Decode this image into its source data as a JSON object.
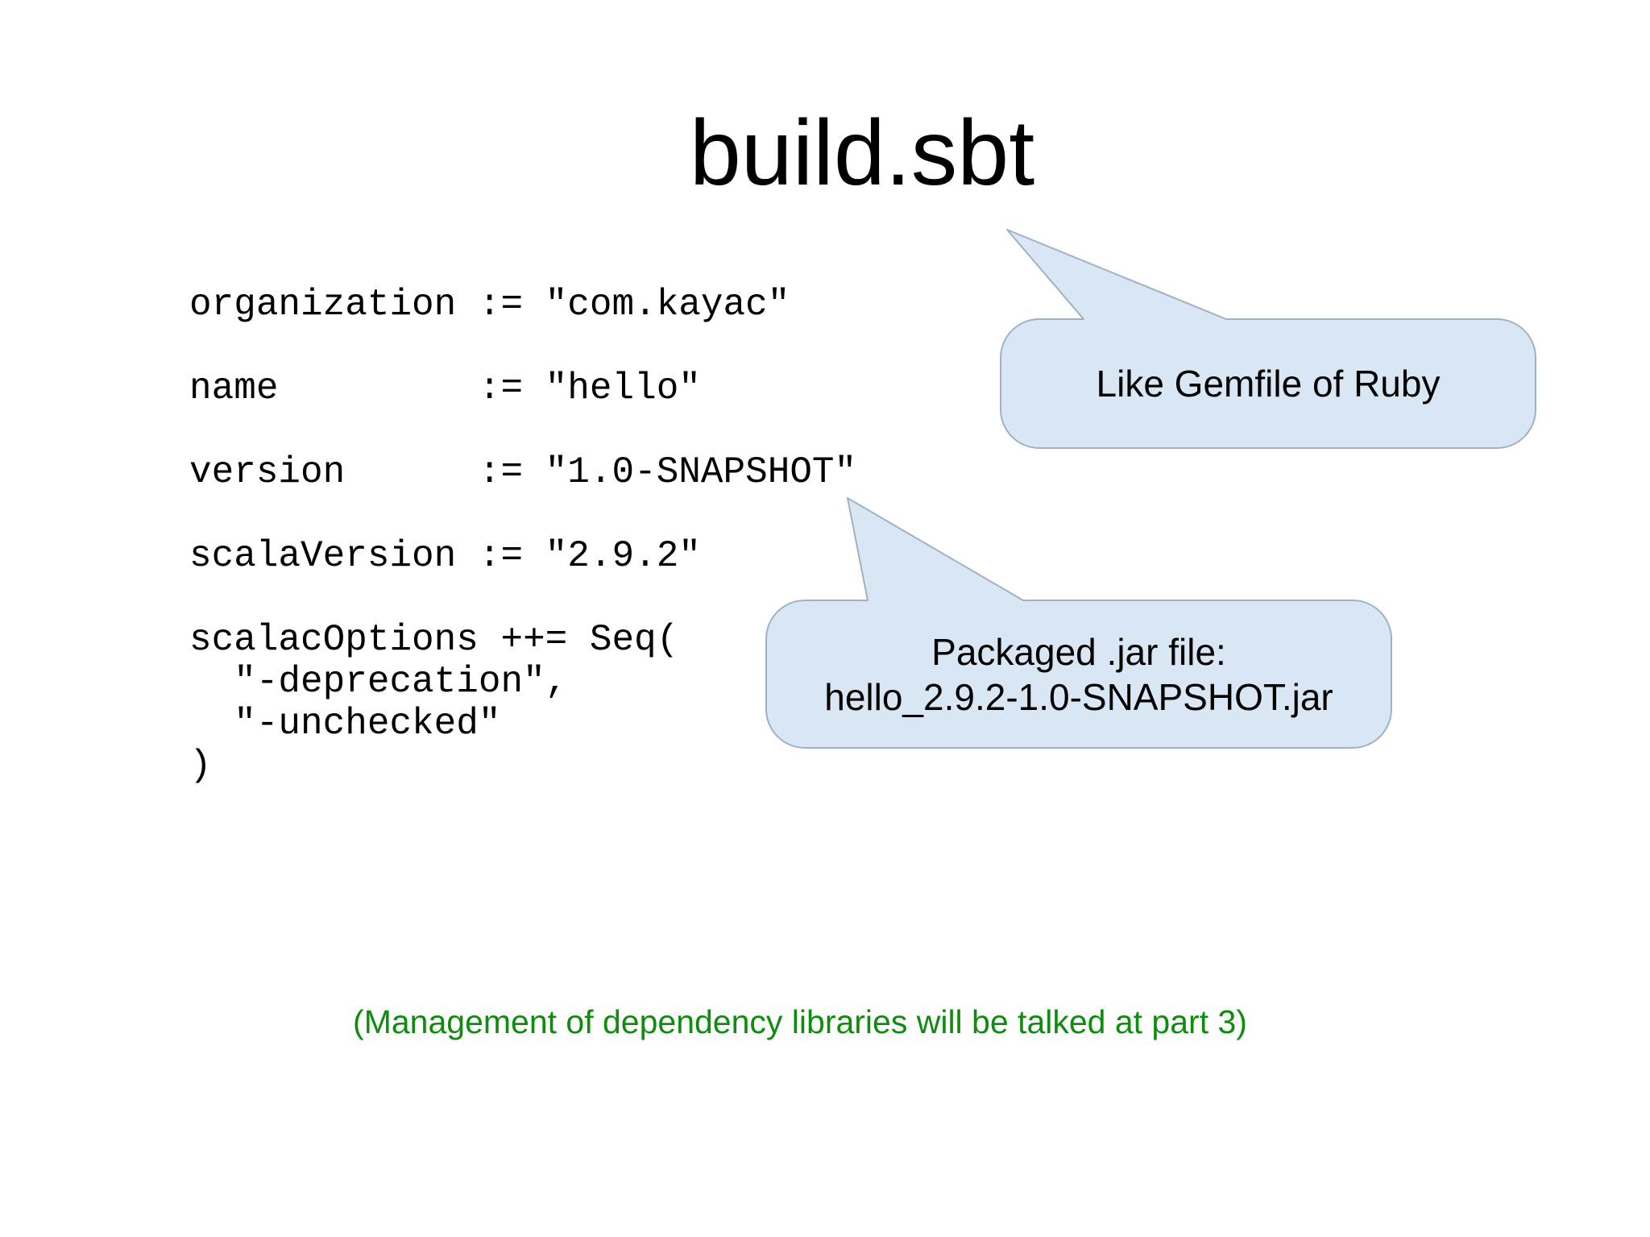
{
  "title": "build.sbt",
  "code": {
    "lines": [
      "organization := \"com.kayac\"",
      "",
      "name         := \"hello\"",
      "",
      "version      := \"1.0-SNAPSHOT\"",
      "",
      "scalaVersion := \"2.9.2\"",
      "",
      "scalacOptions ++= Seq(",
      "  \"-deprecation\",",
      "  \"-unchecked\"",
      ")"
    ]
  },
  "callouts": {
    "gemfile": {
      "text": "Like Gemfile of Ruby"
    },
    "jar": {
      "line1": "Packaged .jar file:",
      "line2": "hello_2.9.2-1.0-SNAPSHOT.jar"
    }
  },
  "note": {
    "text": "(Management of dependency libraries will be talked at part 3)"
  },
  "colors": {
    "background": "#ffffff",
    "text": "#000000",
    "callout_fill": "#d9e7f5",
    "callout_border": "#9fb1c3",
    "note_green": "#0e8c0e"
  }
}
